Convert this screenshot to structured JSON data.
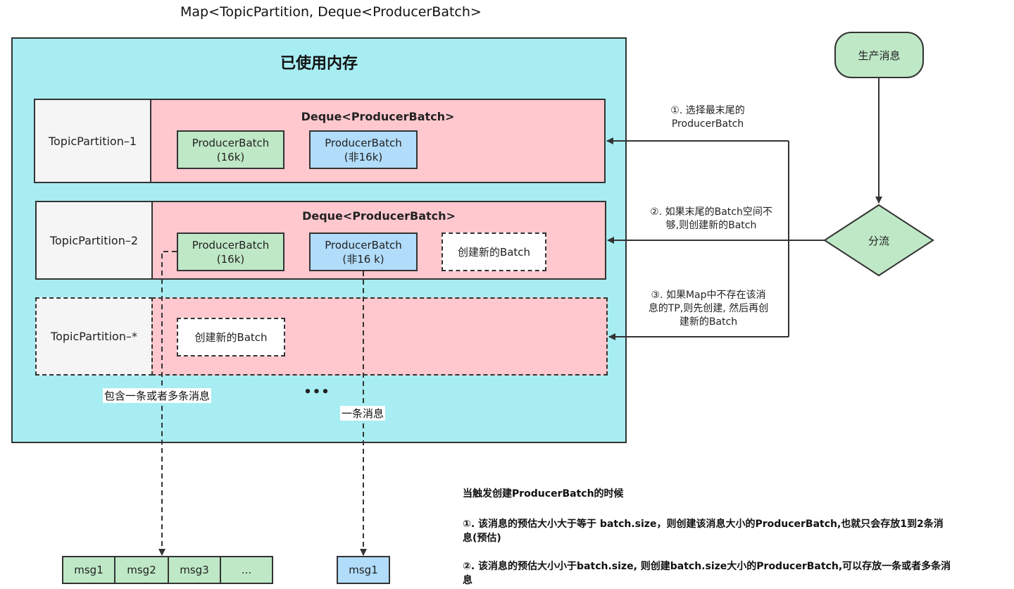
{
  "header_title": "Map<TopicPartition, Deque<ProducerBatch>",
  "memory_title": "已使用内存",
  "partitions": [
    {
      "label": "TopicPartition–1",
      "deque_title": "Deque<ProducerBatch>",
      "batches": [
        {
          "line1": "ProducerBatch",
          "line2": "(16k)"
        },
        {
          "line1": "ProducerBatch",
          "line2": "(非16k)"
        }
      ]
    },
    {
      "label": "TopicPartition–2",
      "deque_title": "Deque<ProducerBatch>",
      "batches": [
        {
          "line1": "ProducerBatch",
          "line2": "(16k)"
        },
        {
          "line1": "ProducerBatch",
          "line2": "(非16 k)"
        }
      ],
      "new_batch": "创建新的Batch"
    },
    {
      "label": "TopicPartition–*",
      "new_batch": "创建新的Batch"
    }
  ],
  "ellipsis": "•••",
  "produce_label": "生产消息",
  "diverge_label": "分流",
  "steps": [
    {
      "line1": "①. 选择最末尾的",
      "line2": "ProducerBatch"
    },
    {
      "line1": "②. 如果末尾的Batch空间不",
      "line2": "够,则创建新的Batch"
    },
    {
      "line1": "③. 如果Map中不存在该消",
      "line2": "息的TP,则先创建, 然后再创",
      "line3": "建新的Batch"
    }
  ],
  "multi_msg_label": "包含一条或者多条消息",
  "single_msg_label": "一条消息",
  "msgs_multi": [
    "msg1",
    "msg2",
    "msg3",
    "..."
  ],
  "msg_single": "msg1",
  "notes": {
    "title": "当触发创建ProducerBatch的时候",
    "item1_line1": "①. 该消息的预估大小大于等于 batch.size，则创建该消息大小的ProducerBatch,也就只会存放1到2条消",
    "item1_line2": "息(预估)",
    "item2_line1": "②. 该消息的预估大小小于batch.size, 则创建batch.size大小的ProducerBatch,可以存放一条或者多条消",
    "item2_line2": "息"
  },
  "colors": {
    "memory_bg": "#a7edf2",
    "deque_bg": "#ffc8ce",
    "batch_16k": "#bfe8c6",
    "batch_non16k": "#b1dcfa",
    "produce_bg": "#bfe8c6"
  }
}
